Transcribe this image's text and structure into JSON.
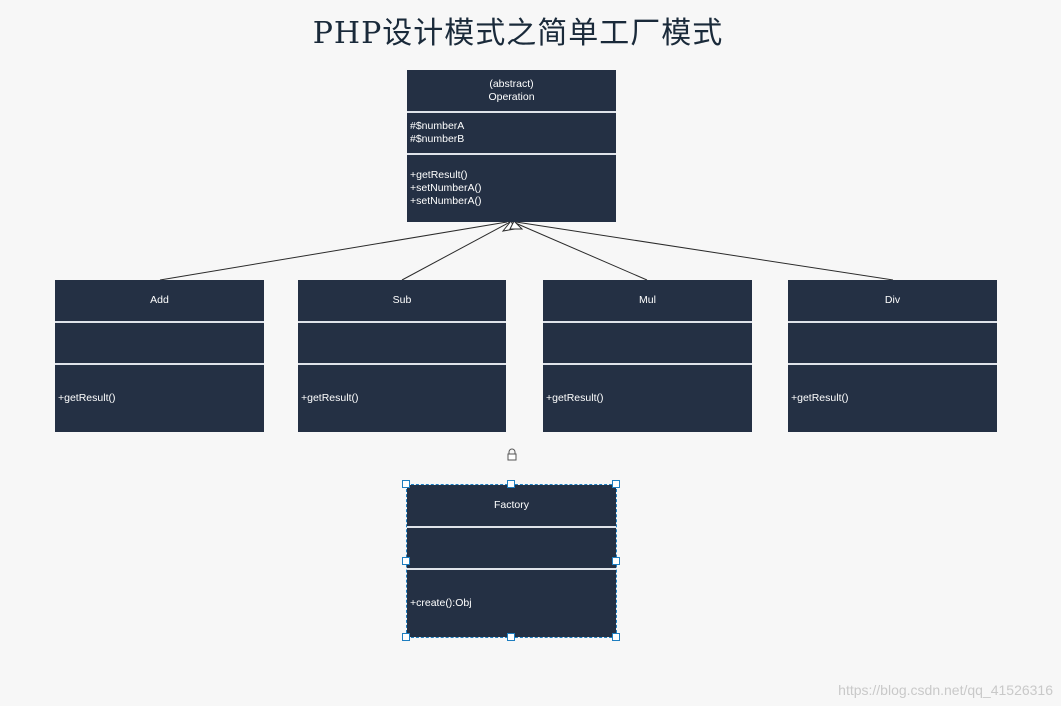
{
  "title": "PHP设计模式之简单工厂模式",
  "operation": {
    "stereotype": "(abstract)",
    "name": "Operation",
    "attributes": [
      "#$numberA",
      "#$numberB"
    ],
    "methods": [
      "+getResult()",
      "+setNumberA()",
      "+setNumberA()"
    ]
  },
  "subclasses": [
    {
      "name": "Add",
      "method": "+getResult()"
    },
    {
      "name": "Sub",
      "method": "+getResult()"
    },
    {
      "name": "Mul",
      "method": "+getResult()"
    },
    {
      "name": "Div",
      "method": "+getResult()"
    }
  ],
  "factory": {
    "name": "Factory",
    "method": "+create():Obj"
  },
  "watermark": "https://blog.csdn.net/qq_41526316"
}
